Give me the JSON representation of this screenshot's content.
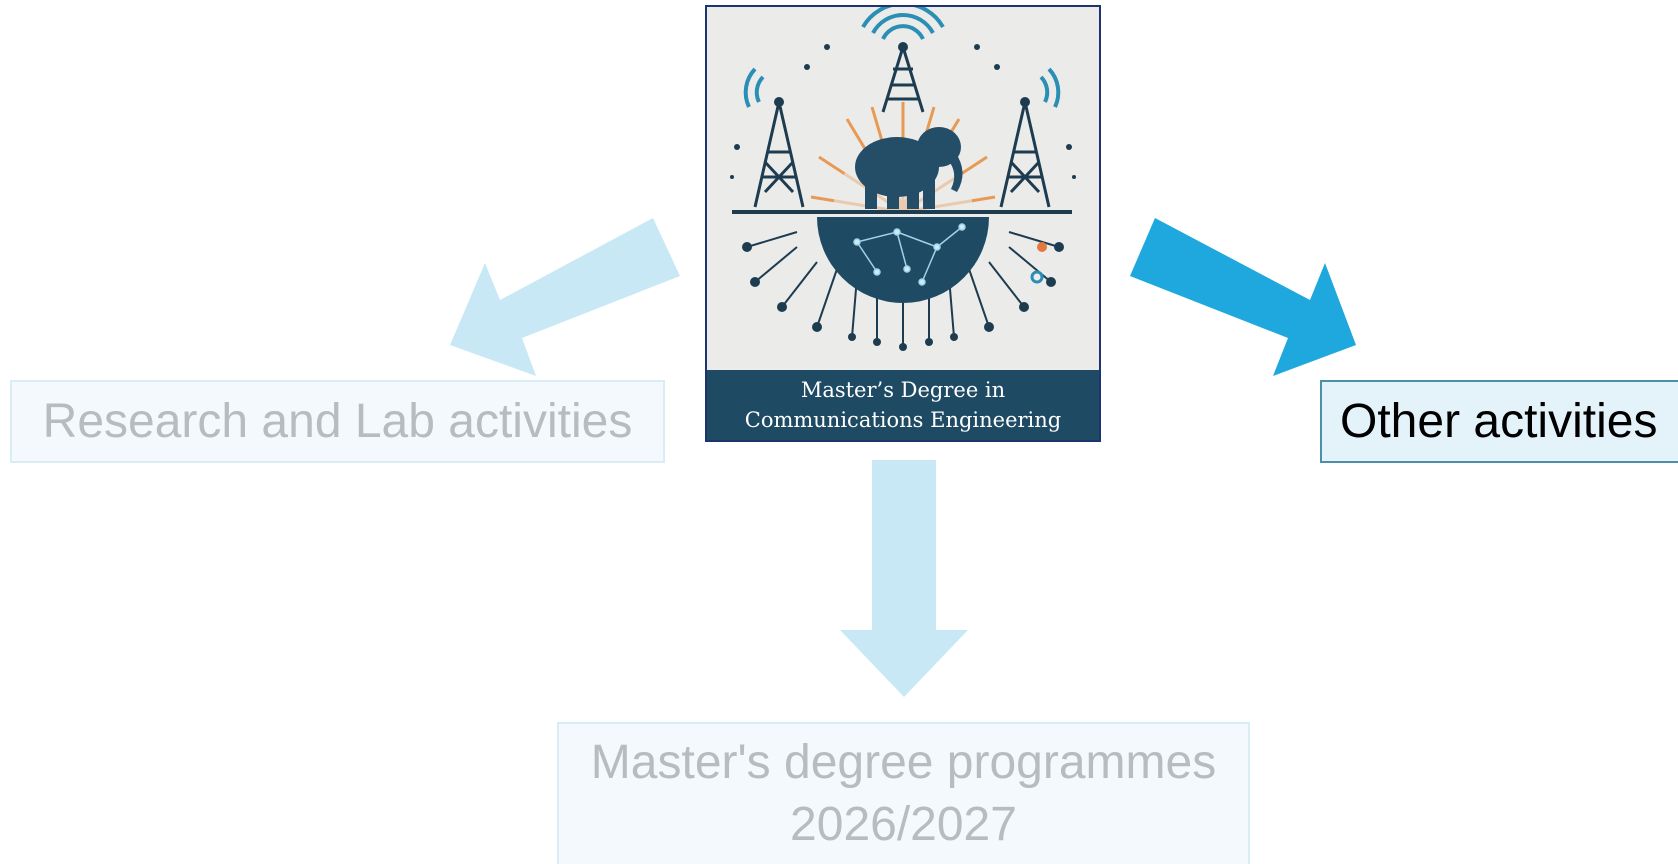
{
  "logo": {
    "line1": "Master’s Degree in",
    "line2": "Communications Engineering"
  },
  "boxes": {
    "research": "Research and Lab activities",
    "masters_line1": "Master's degree programmes",
    "masters_line2": "2026/2027",
    "other": "Other activities"
  },
  "colors": {
    "active_arrow": "#1ea8de",
    "faded_arrow": "#c9e8f5",
    "logo_band": "#1e4a63"
  }
}
